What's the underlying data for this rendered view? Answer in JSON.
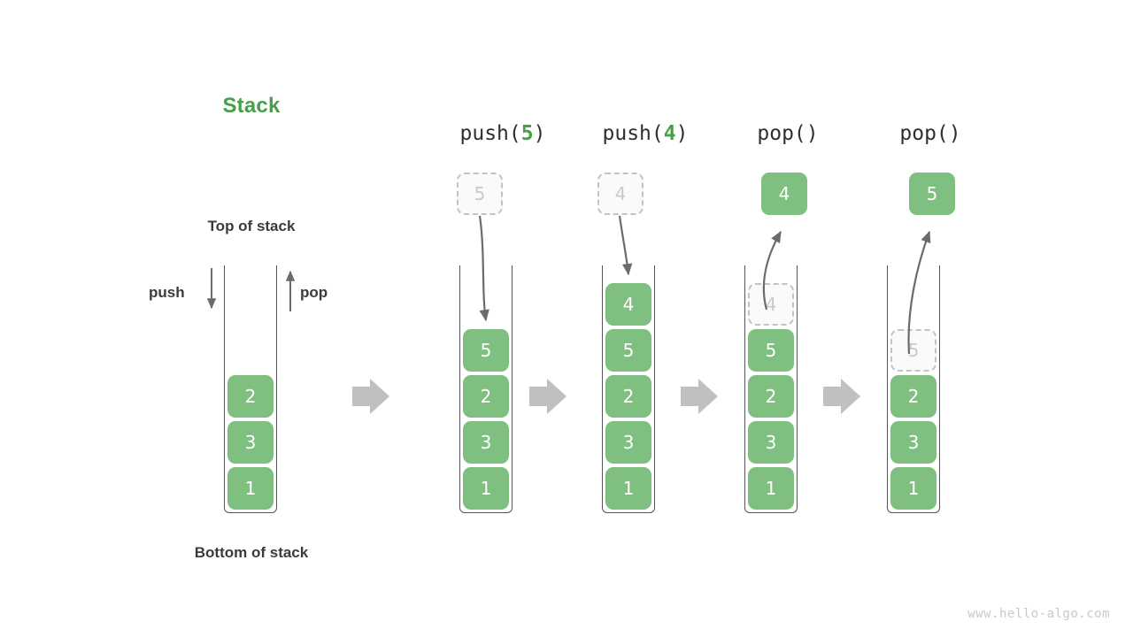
{
  "diagram": {
    "title": "Stack",
    "title_color": "#479f48",
    "labels": {
      "top_of_stack": "Top of stack",
      "bottom_of_stack": "Bottom of stack",
      "push": "push",
      "pop": "pop"
    },
    "watermark": "www.hello-algo.com",
    "cell_color": "#7fbf7f",
    "ghost_color": "#c9c9c9",
    "arrow_color": "#c0c0c0"
  },
  "initial_stack": {
    "label": "Stack",
    "cells": [
      "2",
      "3",
      "1"
    ]
  },
  "steps": [
    {
      "op_prefix": "push(",
      "op_value": "5",
      "op_suffix": ")",
      "op_text": "push(5)",
      "kind": "push",
      "floating_value": "5",
      "floating_is_ghost": true,
      "cells": [
        "5",
        "2",
        "3",
        "1"
      ],
      "ghost_index": -1
    },
    {
      "op_prefix": "push(",
      "op_value": "4",
      "op_suffix": ")",
      "op_text": "push(4)",
      "kind": "push",
      "floating_value": "4",
      "floating_is_ghost": true,
      "cells": [
        "4",
        "5",
        "2",
        "3",
        "1"
      ],
      "ghost_index": -1
    },
    {
      "op_prefix": "pop(",
      "op_value": "",
      "op_suffix": ")",
      "op_text": "pop()",
      "kind": "pop",
      "floating_value": "4",
      "floating_is_ghost": false,
      "cells": [
        "4",
        "5",
        "2",
        "3",
        "1"
      ],
      "ghost_index": 0
    },
    {
      "op_prefix": "pop(",
      "op_value": "",
      "op_suffix": ")",
      "op_text": "pop()",
      "kind": "pop",
      "floating_value": "5",
      "floating_is_ghost": false,
      "cells": [
        "5",
        "2",
        "3",
        "1"
      ],
      "ghost_index": 0
    }
  ],
  "transition_arrows": [
    "arrow-1",
    "arrow-2",
    "arrow-3",
    "arrow-4"
  ]
}
